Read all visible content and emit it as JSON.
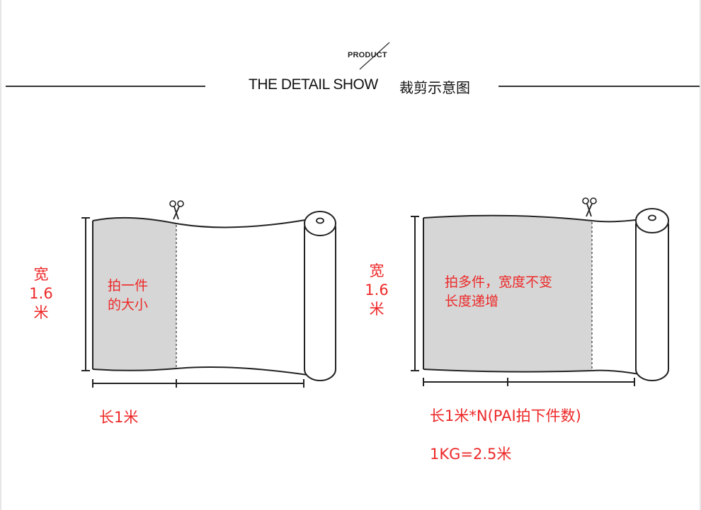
{
  "header": {
    "small_label": "PRODUCT",
    "title_en": "THE DETAIL SHOW",
    "title_cn": "裁剪示意图"
  },
  "left_panel": {
    "width_label_lines": [
      "宽",
      "1.6",
      "米"
    ],
    "inner_lines": [
      "拍一件",
      "的大小"
    ],
    "length_label": "长1米"
  },
  "right_panel": {
    "width_label_lines": [
      "宽",
      "1.6",
      "米"
    ],
    "inner_lines": [
      "拍多件，宽度不变",
      "长度递增"
    ],
    "length_label": "长1米*N(PAI拍下件数)",
    "weight_note": "1KG=2.5米"
  },
  "colors": {
    "annotation": "#ee2828",
    "shaded_area": "#d6d6d6",
    "outline": "#222222"
  },
  "icons": [
    "scissors-icon",
    "scissors-icon"
  ]
}
